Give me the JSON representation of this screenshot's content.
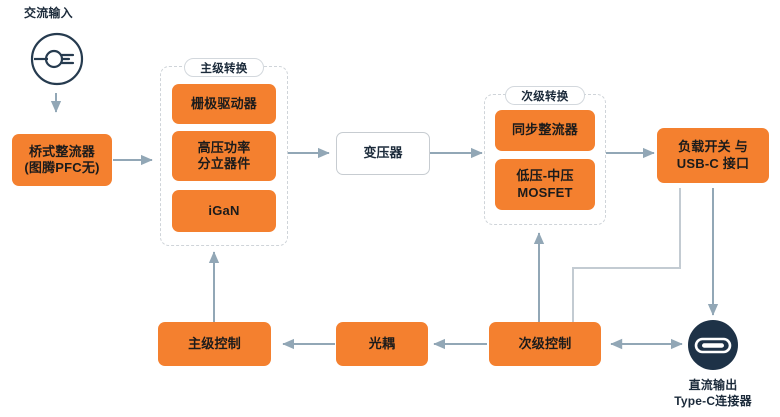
{
  "diagram": {
    "title_ac_input": "交流输入",
    "accent_color": "#F4802F",
    "arrow_color": "#92A7B6",
    "dark_color": "#1E3247",
    "groups": [
      {
        "id": "primary",
        "label": "主级转换"
      },
      {
        "id": "secondary",
        "label": "次级转换"
      }
    ],
    "nodes": {
      "bridge_rectifier": {
        "line1": "桥式整流器",
        "line2": "(图腾PFC无)"
      },
      "gate_driver": {
        "line1": "栅极驱动器"
      },
      "hv_power_discrete": {
        "line1": "高压功率",
        "line2": "分立器件"
      },
      "igan": {
        "line1": "iGaN"
      },
      "transformer": {
        "line1": "变压器"
      },
      "sync_rectifier": {
        "line1": "同步整流器"
      },
      "lv_mv_mosfet": {
        "line1": "低压-中压",
        "line2": "MOSFET"
      },
      "load_switch_usbc": {
        "line1": "负载开关 与",
        "line2": "USB-C 接口"
      },
      "primary_control": {
        "line1": "主级控制"
      },
      "optocoupler": {
        "line1": "光耦"
      },
      "secondary_control": {
        "line1": "次级控制"
      }
    },
    "connector": {
      "caption_line1": "直流输出",
      "caption_line2": "Type-C连接器"
    },
    "icons": {
      "ac_plug": "ac-plug-icon",
      "usb_c": "usb-c-connector-icon"
    }
  }
}
